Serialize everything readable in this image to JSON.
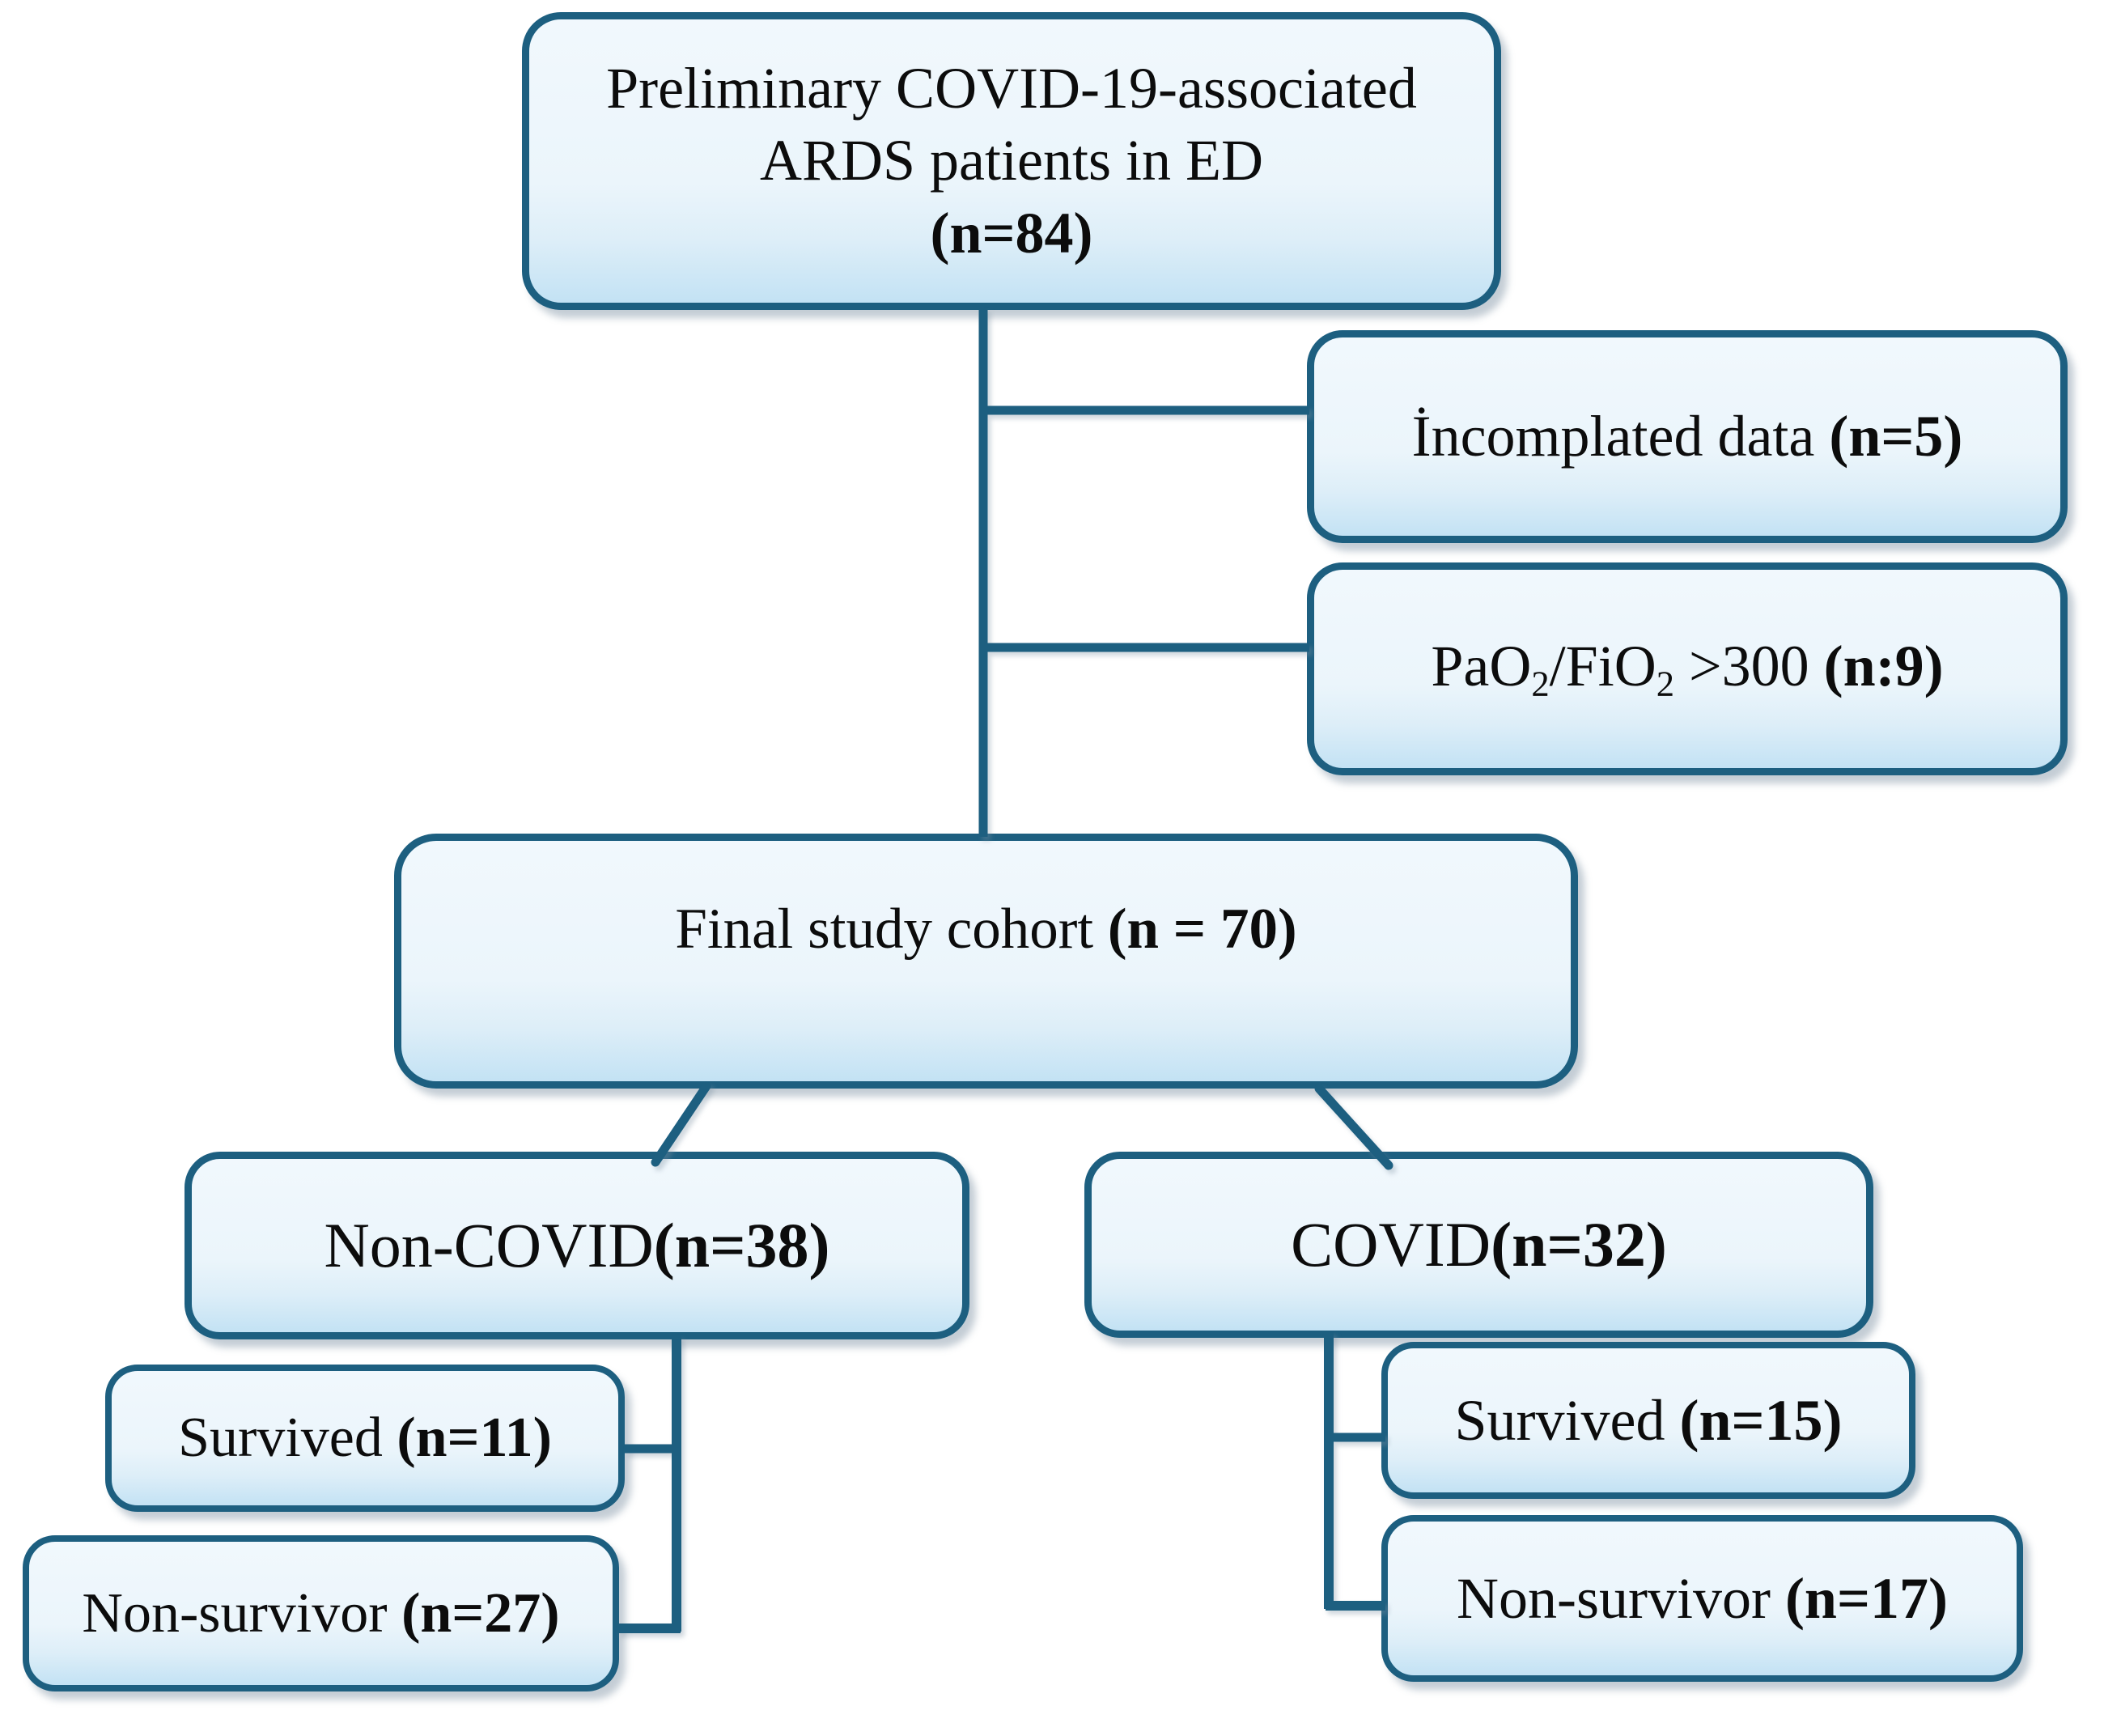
{
  "figure": {
    "kind": "patient-flow-diagram",
    "background": "#ffffff",
    "colors": {
      "box_border": "#1d5f80",
      "box_fill_top": "#f1f8fd",
      "box_fill_bottom": "#c3e2f4",
      "connector": "#1d5f80",
      "text": "#0c0c0c"
    },
    "boxes": {
      "preliminary": {
        "plain_text": "Preliminary COVID-19-associated ARDS patients in ED (n=84)",
        "n": 84,
        "lines": [
          [
            {
              "t": "Preliminary COVID-19-associated"
            }
          ],
          [
            {
              "t": "ARDS patients in ED"
            }
          ],
          [
            {
              "t": "(n=84)",
              "b": true
            }
          ]
        ]
      },
      "incomplete": {
        "plain_text": "İncomplated data (n=5)",
        "n": 5,
        "lines": [
          [
            {
              "t": "İncomplated data "
            },
            {
              "t": "(n=5)",
              "b": true
            }
          ]
        ]
      },
      "pao2": {
        "plain_text": "PaO2/FiO2 >300 (n:9)",
        "n": 9,
        "lines": [
          [
            {
              "t": "PaO"
            },
            {
              "t": "2",
              "sub": true
            },
            {
              "t": "/FiO"
            },
            {
              "t": "2",
              "sub": true
            },
            {
              "t": " >300 "
            },
            {
              "t": "(n:9)",
              "b": true
            }
          ]
        ]
      },
      "final": {
        "plain_text": "Final study cohort (n = 70)",
        "n": 70,
        "lines": [
          [
            {
              "t": "Final study cohort "
            },
            {
              "t": "(n = 70)",
              "b": true
            }
          ]
        ]
      },
      "noncovid": {
        "plain_text": "Non-COVID(n=38)",
        "n": 38,
        "lines": [
          [
            {
              "t": "Non-COVID"
            },
            {
              "t": "(n=38)",
              "b": true
            }
          ]
        ]
      },
      "covid": {
        "plain_text": "COVID(n=32)",
        "n": 32,
        "lines": [
          [
            {
              "t": "COVID"
            },
            {
              "t": "(n=32)",
              "b": true
            }
          ]
        ]
      },
      "survived_noncovid": {
        "plain_text": "Survived (n=11)",
        "n": 11,
        "lines": [
          [
            {
              "t": "Survived "
            },
            {
              "t": "(n=11)",
              "b": true
            }
          ]
        ]
      },
      "nonsurvivor_noncovid": {
        "plain_text": "Non-survivor (n=27)",
        "n": 27,
        "lines": [
          [
            {
              "t": "Non-survivor "
            },
            {
              "t": "(n=27)",
              "b": true
            }
          ]
        ]
      },
      "survived_covid": {
        "plain_text": "Survived (n=15)",
        "n": 15,
        "lines": [
          [
            {
              "t": "Survived "
            },
            {
              "t": "(n=15)",
              "b": true
            }
          ]
        ]
      },
      "nonsurvivor_covid": {
        "plain_text": "Non-survivor (n=17)",
        "n": 17,
        "lines": [
          [
            {
              "t": "Non-survivor "
            },
            {
              "t": "(n=17)",
              "b": true
            }
          ]
        ]
      }
    }
  }
}
